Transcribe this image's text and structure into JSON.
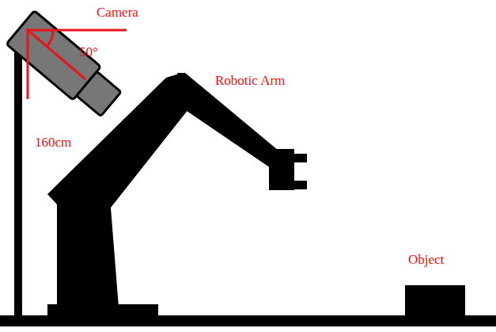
{
  "diagram": {
    "labels": [
      "Camera",
      "50°",
      "160cm",
      "Robotic Arm",
      "Object"
    ]
  }
}
